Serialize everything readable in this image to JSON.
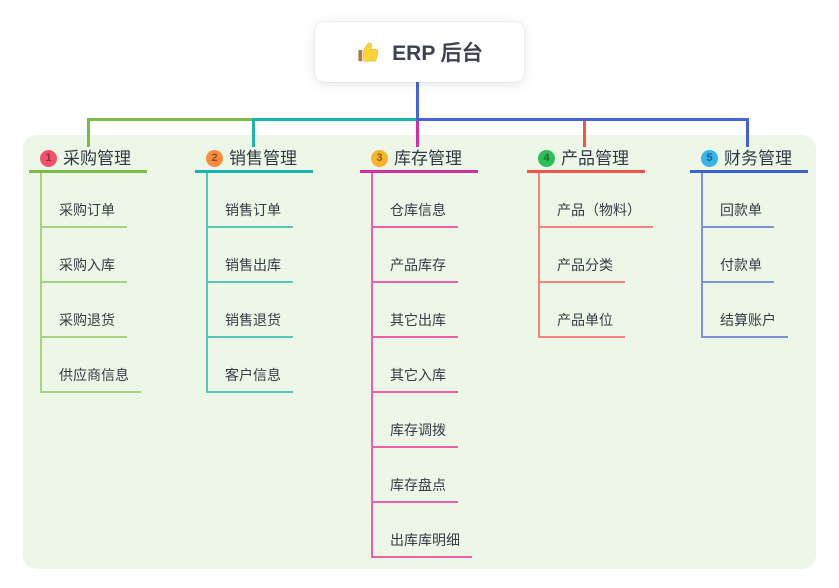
{
  "root": {
    "label": "ERP 后台",
    "icon": "thumbs-up-icon"
  },
  "panel": {
    "bg": "#ecf7e7"
  },
  "connectors": {
    "root_color": "#4563da",
    "segments": [
      {
        "color": "#7cbb45"
      },
      {
        "color": "#1cb5ae"
      },
      {
        "color": "#4563da"
      }
    ]
  },
  "branches": [
    {
      "number": "1",
      "label": "采购管理",
      "badge_color": "#f4526a",
      "line_color": "#7cbb45",
      "child_line_color": "#a6d385",
      "children": [
        "采购订单",
        "采购入库",
        "采购退货",
        "供应商信息"
      ]
    },
    {
      "number": "2",
      "label": "销售管理",
      "badge_color": "#fb8c3d",
      "line_color": "#1cb5ae",
      "child_line_color": "#58c5bd",
      "children": [
        "销售订单",
        "销售出库",
        "销售退货",
        "客户信息"
      ]
    },
    {
      "number": "3",
      "label": "库存管理",
      "badge_color": "#f7b32b",
      "line_color": "#d62da0",
      "child_line_color": "#f05fac",
      "children": [
        "仓库信息",
        "产品库存",
        "其它出库",
        "其它入库",
        "库存调拨",
        "库存盘点",
        "出库库明细"
      ]
    },
    {
      "number": "4",
      "label": "产品管理",
      "badge_color": "#2fbd5b",
      "line_color": "#f5514f",
      "child_line_color": "#f8837e",
      "children": [
        "产品（物料）",
        "产品分类",
        "产品单位"
      ]
    },
    {
      "number": "5",
      "label": "财务管理",
      "badge_color": "#35b5e9",
      "line_color": "#3f60d9",
      "child_line_color": "#7e92d8",
      "children": [
        "回款单",
        "付款单",
        "结算账户"
      ]
    }
  ]
}
